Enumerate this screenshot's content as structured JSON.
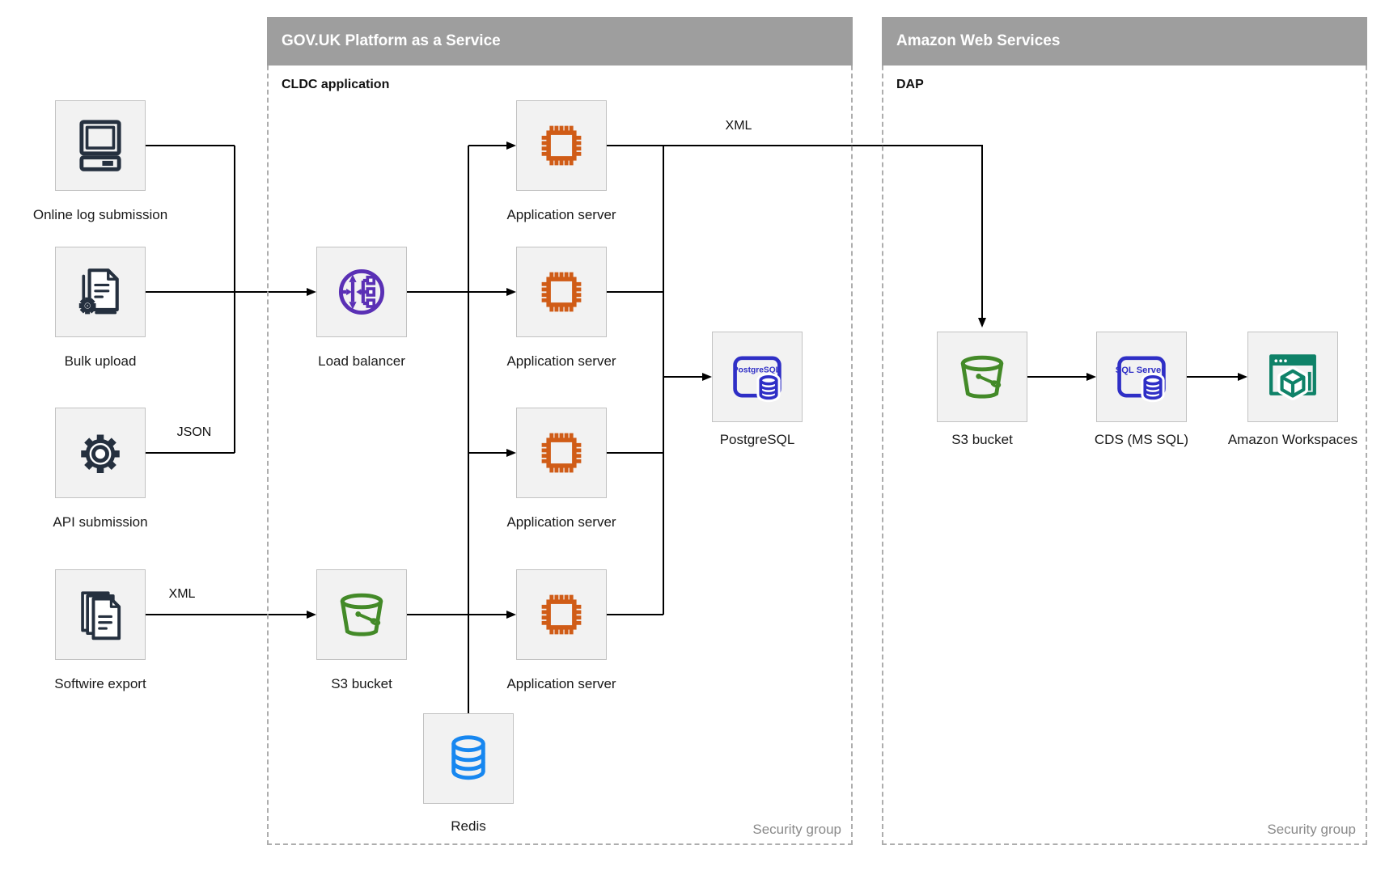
{
  "sources": [
    {
      "label": "Online log submission"
    },
    {
      "label": "Bulk upload"
    },
    {
      "label": "API submission"
    },
    {
      "label": "Softwire export"
    }
  ],
  "govuk": {
    "title": "GOV.UK Platform as a Service",
    "subtitle": "CLDC application",
    "footer": "Security group"
  },
  "aws": {
    "title": "Amazon Web Services",
    "subtitle": "DAP",
    "footer": "Security group"
  },
  "nodes": {
    "load_balancer": "Load balancer",
    "app_server_1": "Application server",
    "app_server_2": "Application server",
    "app_server_3": "Application server",
    "app_server_4": "Application server",
    "postgresql": "PostgreSQL",
    "postgresql_icon_text": "PostgreSQL",
    "s3_govuk": "S3 bucket",
    "redis": "Redis",
    "s3_aws": "S3 bucket",
    "cds": "CDS (MS SQL)",
    "sql_server_icon_text": "SQL Server",
    "workspaces": "Amazon Workspaces"
  },
  "edge_labels": {
    "json": "JSON",
    "xml_softwire": "XML",
    "xml_app_to_s3": "XML"
  },
  "colors": {
    "source_navy": "#25303F",
    "app_orange": "#D05C17",
    "lb_purple": "#5A30B5",
    "bucket_green": "#438A28",
    "db_blue": "#2F2FC6",
    "redis_blue": "#1787F0",
    "workspaces_teal": "#0F8268",
    "header_gray": "#9E9E9E"
  }
}
